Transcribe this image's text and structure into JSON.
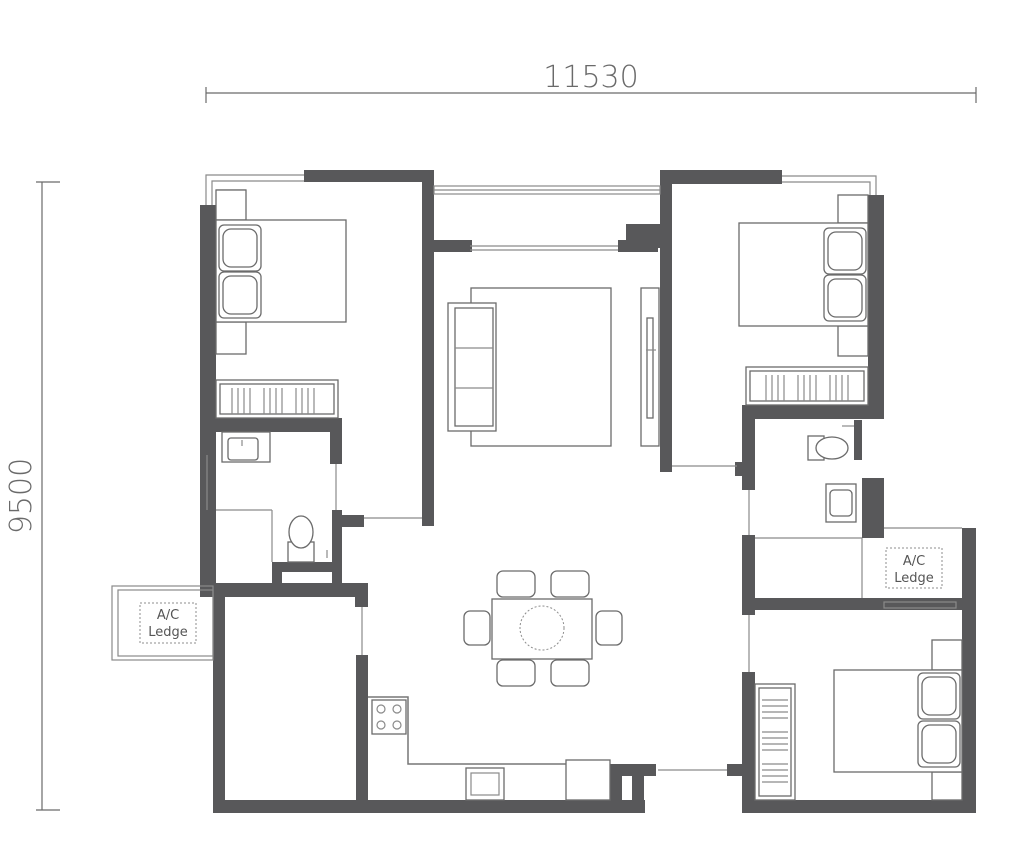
{
  "dimensions": {
    "width_label": "11530",
    "height_label": "9500"
  },
  "ledges": {
    "left": {
      "line1": "A/C",
      "line2": "Ledge"
    },
    "right": {
      "line1": "A/C",
      "line2": "Ledge"
    }
  },
  "colors": {
    "wall": "#58585a",
    "line": "#8a8a8a",
    "text": "#6a6a6a"
  }
}
